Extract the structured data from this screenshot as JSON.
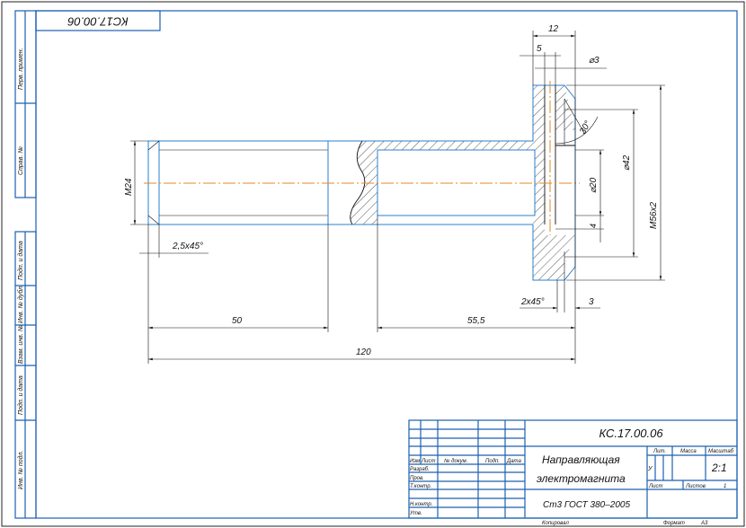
{
  "drawing": {
    "code": "КС.17.00.06",
    "code_rotated": "КС17.00.06",
    "name_line1": "Направляющая",
    "name_line2": "электромагнита",
    "material": "Ст3 ГОСТ 380–2005",
    "scale": "2:1",
    "litera": "У",
    "sheets_total": "1",
    "format": "А3",
    "copied_label": "Копировал",
    "format_label": "Формат"
  },
  "title_block": {
    "headers": [
      "Изм",
      "Лист",
      "№ докум.",
      "Подп.",
      "Дата"
    ],
    "roles": [
      "Разраб.",
      "Пров.",
      "Т.контр.",
      "Н.контр.",
      "Утв."
    ],
    "lit_label": "Лит.",
    "mass_label": "Масса",
    "scale_label": "Масштаб",
    "sheet_label": "Лист",
    "sheets_label": "Листов"
  },
  "side_strip": [
    "Перв. примен.",
    "Справ. №",
    "Подп. и дата",
    "Инв. № дубл.",
    "Взам. инв. №",
    "Подп. и дата",
    "Инв. № подл."
  ],
  "dimensions": {
    "d12": "12",
    "d5": "5",
    "phi3": "⌀3",
    "phi42": "⌀42",
    "m56": "M56x2",
    "phi20": "⌀20",
    "d4": "4",
    "angle30": "30°",
    "chamfer2": "2x45°",
    "d3": "3",
    "d50": "50",
    "d55": "55,5",
    "d120": "120",
    "m24": "M24",
    "chamfer25": "2,5x45°"
  },
  "colors": {
    "frame": "#1c5fb0",
    "centerline": "#e08a2a"
  }
}
